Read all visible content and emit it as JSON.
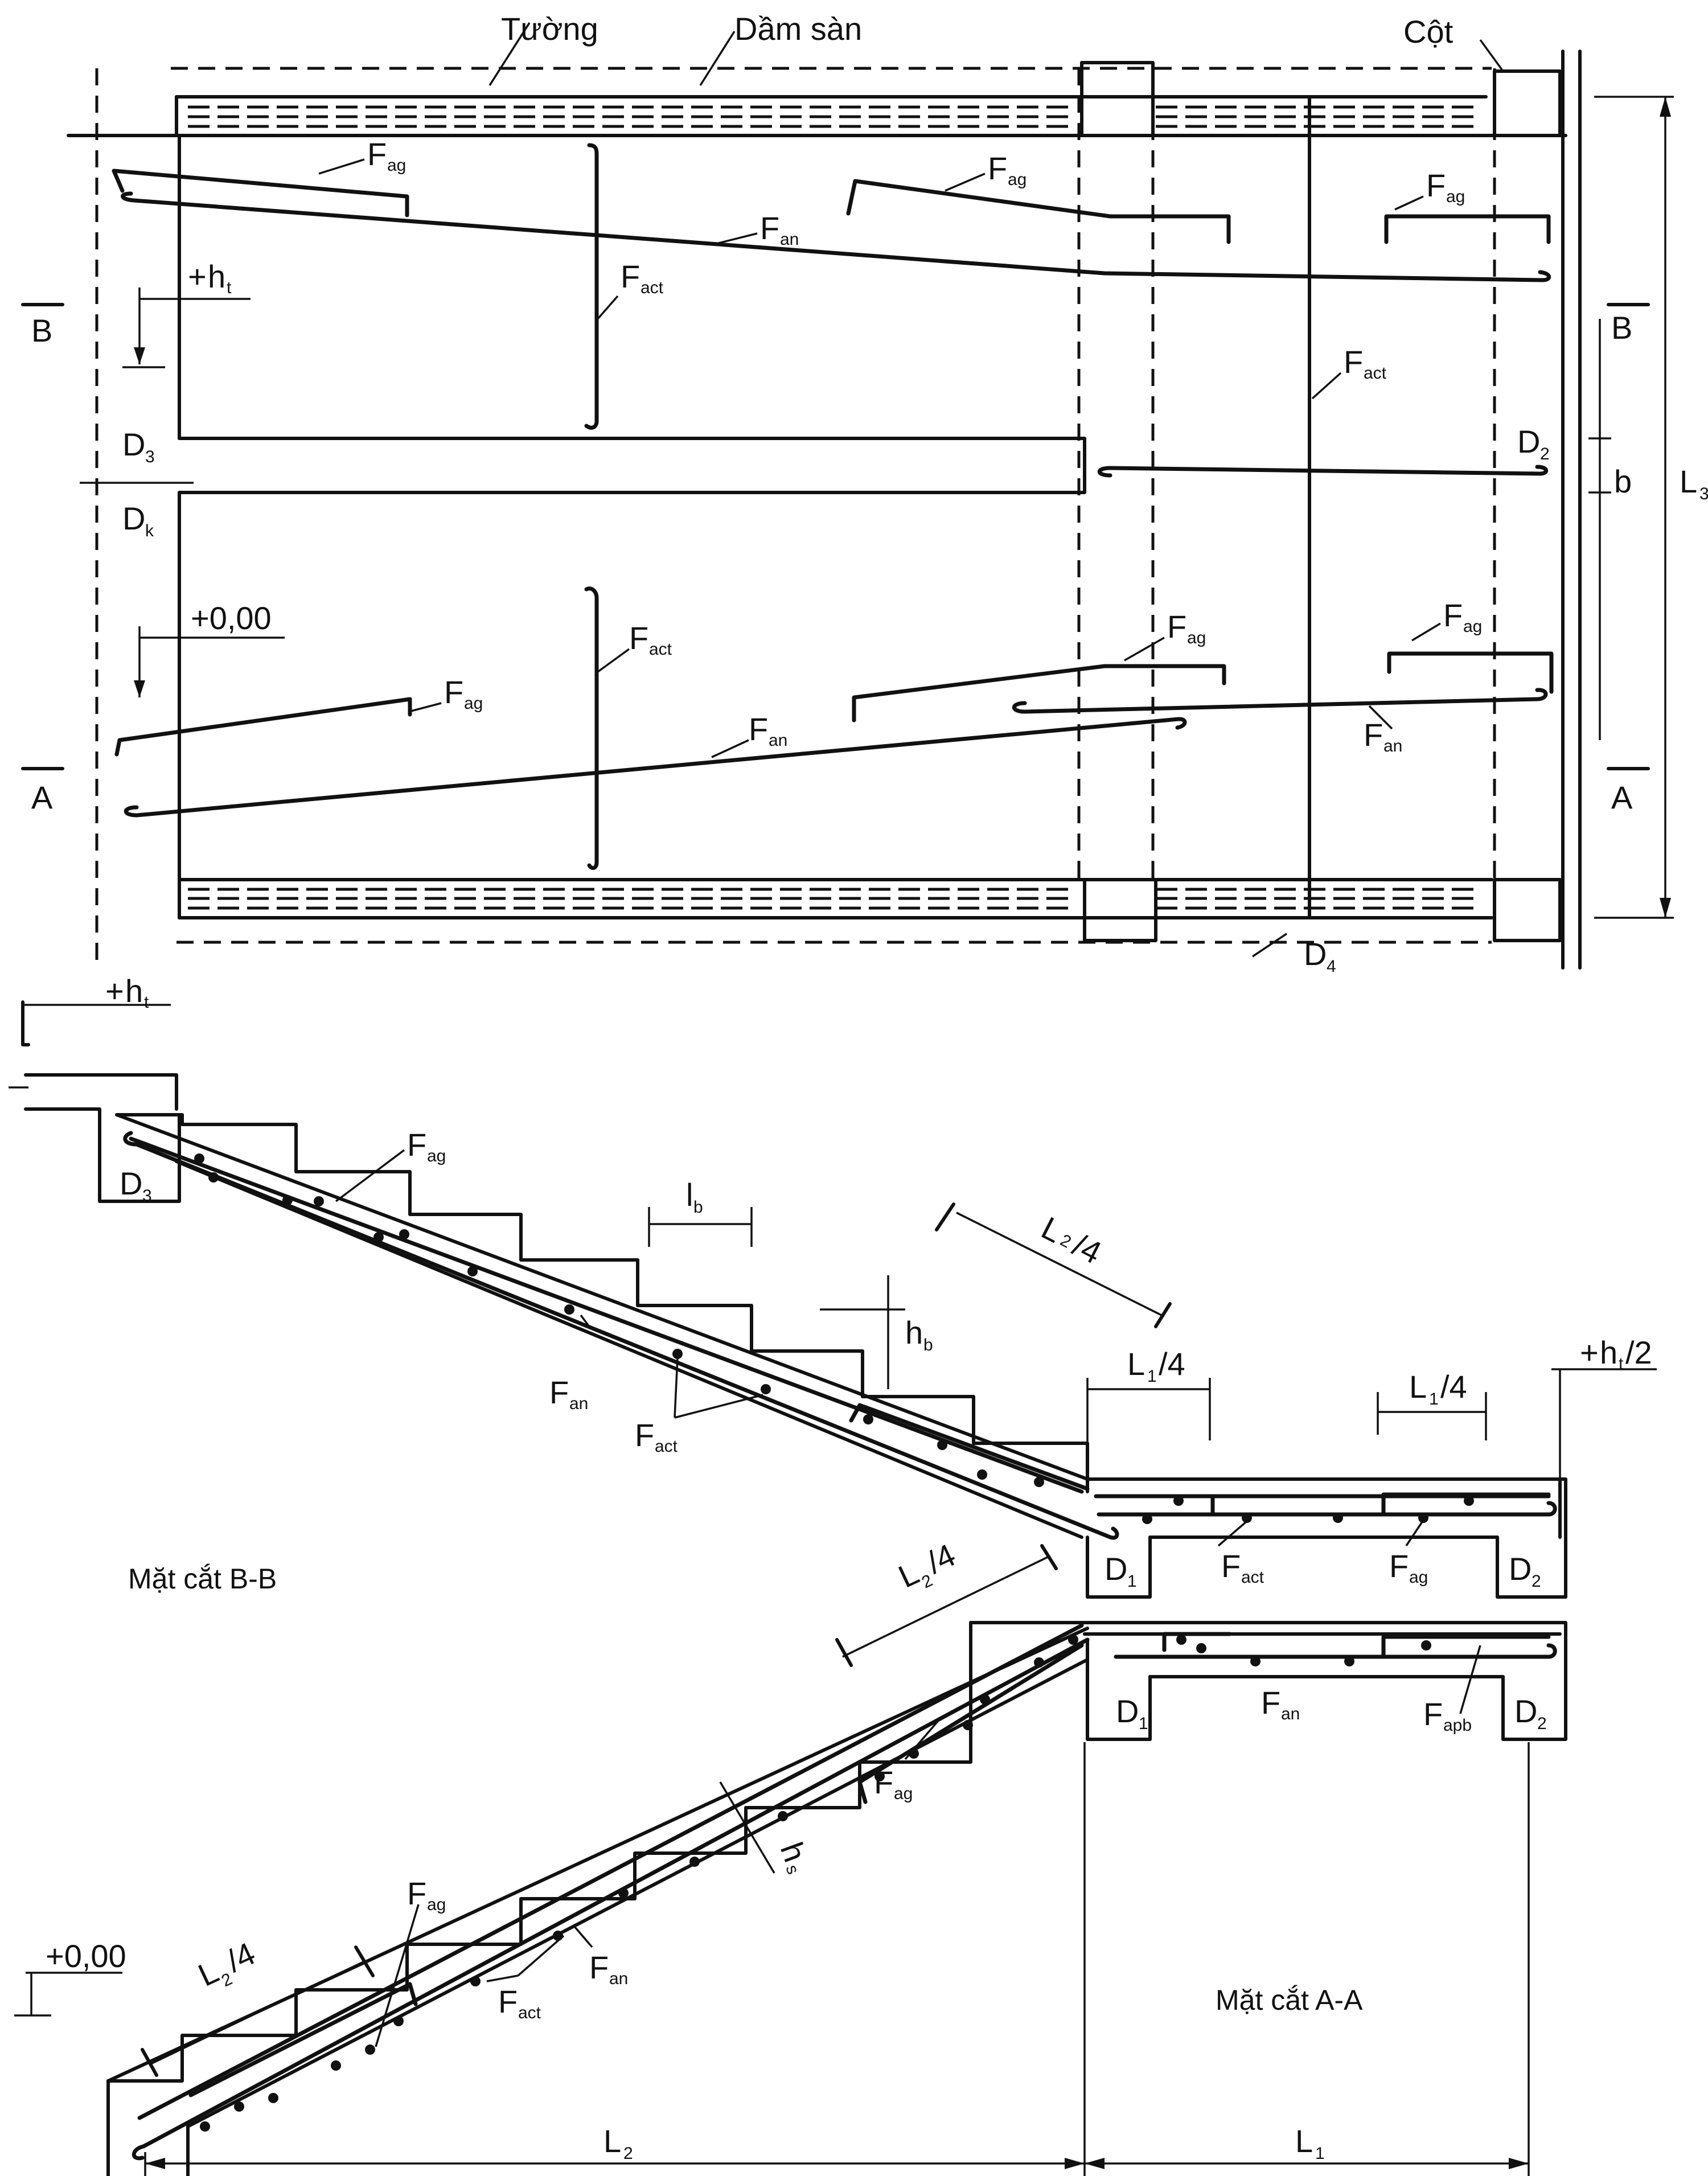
{
  "labels": {
    "wall": "Tường",
    "floor_beam": "Dầm sàn",
    "column": "Cột",
    "section_b": "B",
    "section_a": "A",
    "d1": "D",
    "d1_sub": "1",
    "d2": "D",
    "d2_sub": "2",
    "d3": "D",
    "d3_sub": "3",
    "d4": "D",
    "d4_sub": "4",
    "dk": "D",
    "dk_sub": "k",
    "b": "b",
    "l1": "L",
    "l1_sub": "1",
    "l2": "L",
    "l2_sub": "2",
    "l3": "L",
    "l3_sub": "3",
    "f": "F",
    "ag": "ag",
    "an": "an",
    "act": "act",
    "apb": "apb",
    "h": "h",
    "h_sub": "t",
    "zero_level": "+0,00",
    "plus_sign": "+",
    "half": "/2",
    "lb": "l",
    "lb_sub": "b",
    "hb": "h",
    "hb_sub": "b",
    "hs": "h",
    "hs_sub": "s",
    "quarter": "/4",
    "section_bb": "Mặt cắt B-B",
    "section_aa": "Mặt cắt A-A"
  }
}
